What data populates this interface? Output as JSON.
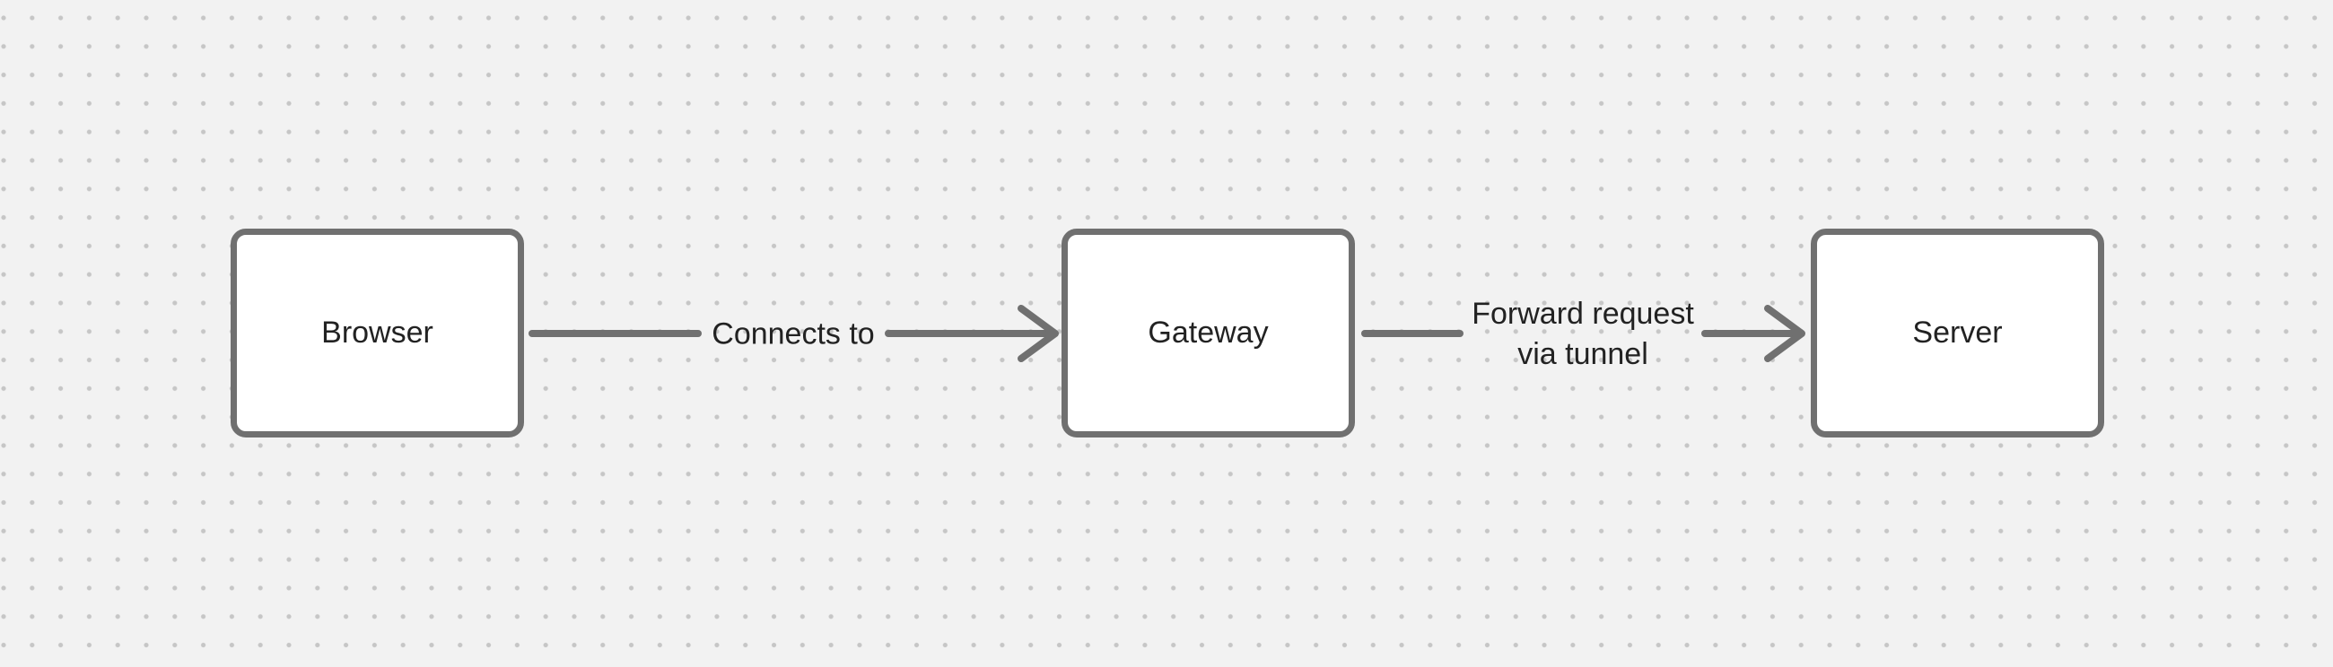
{
  "canvas": {
    "type": "dot-grid-diagram-canvas",
    "colors": {
      "bg": "#f2f2f2",
      "dot": "#c6c6c6",
      "stroke": "#707070",
      "text": "#222222",
      "fill": "#ffffff"
    }
  },
  "nodes": [
    {
      "id": "browser",
      "label": "Browser"
    },
    {
      "id": "gateway",
      "label": "Gateway"
    },
    {
      "id": "server",
      "label": "Server"
    }
  ],
  "edges": [
    {
      "from": "Browser",
      "to": "Gateway",
      "label": "Connects to",
      "label_lines": [
        "Connects to"
      ]
    },
    {
      "from": "Gateway",
      "to": "Server",
      "label": "Forward request via tunnel",
      "label_lines": [
        "Forward request",
        "via tunnel"
      ]
    }
  ]
}
